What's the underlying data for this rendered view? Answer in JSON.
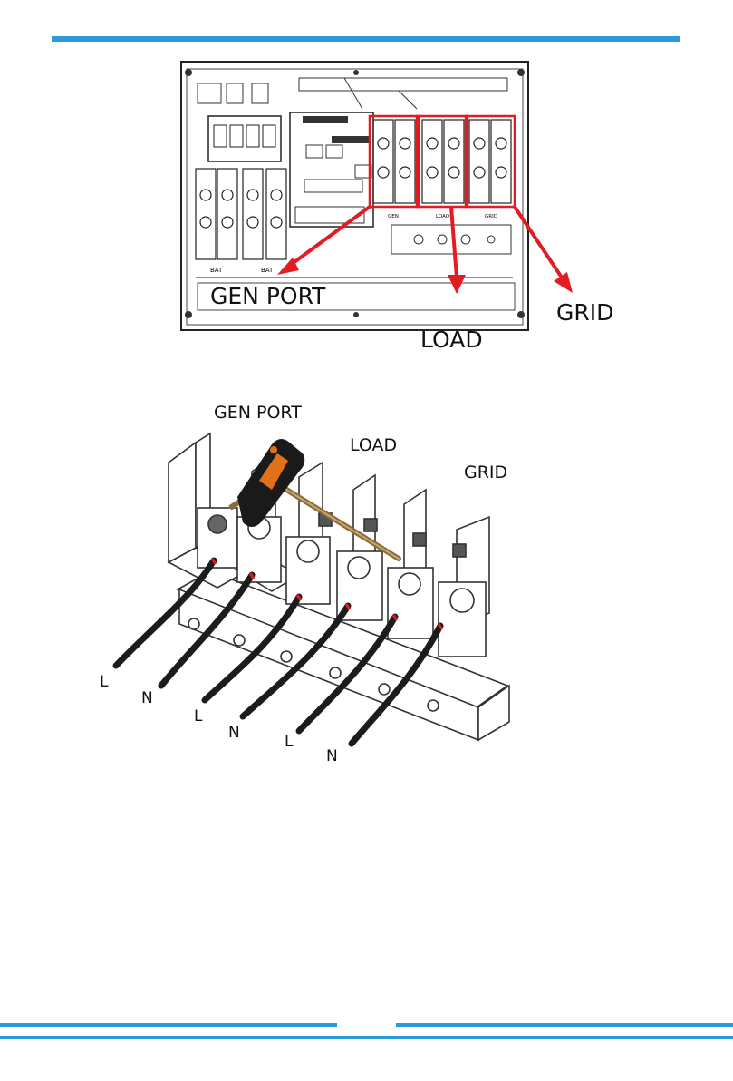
{
  "figure1": {
    "labels": {
      "gen_port": "GEN PORT",
      "load": "LOAD",
      "grid": "GRID"
    },
    "panel_marks": {
      "gen": "GEN",
      "load": "LOAD",
      "grid": "GRID",
      "bat": "BAT"
    },
    "highlight_color": "#e31b23"
  },
  "figure2": {
    "labels": {
      "gen_port": "GEN PORT",
      "load": "LOAD",
      "grid": "GRID"
    },
    "wire_labels": [
      "L",
      "N",
      "L",
      "N",
      "L",
      "N"
    ]
  },
  "theme": {
    "accent": "#2a9ad8"
  }
}
